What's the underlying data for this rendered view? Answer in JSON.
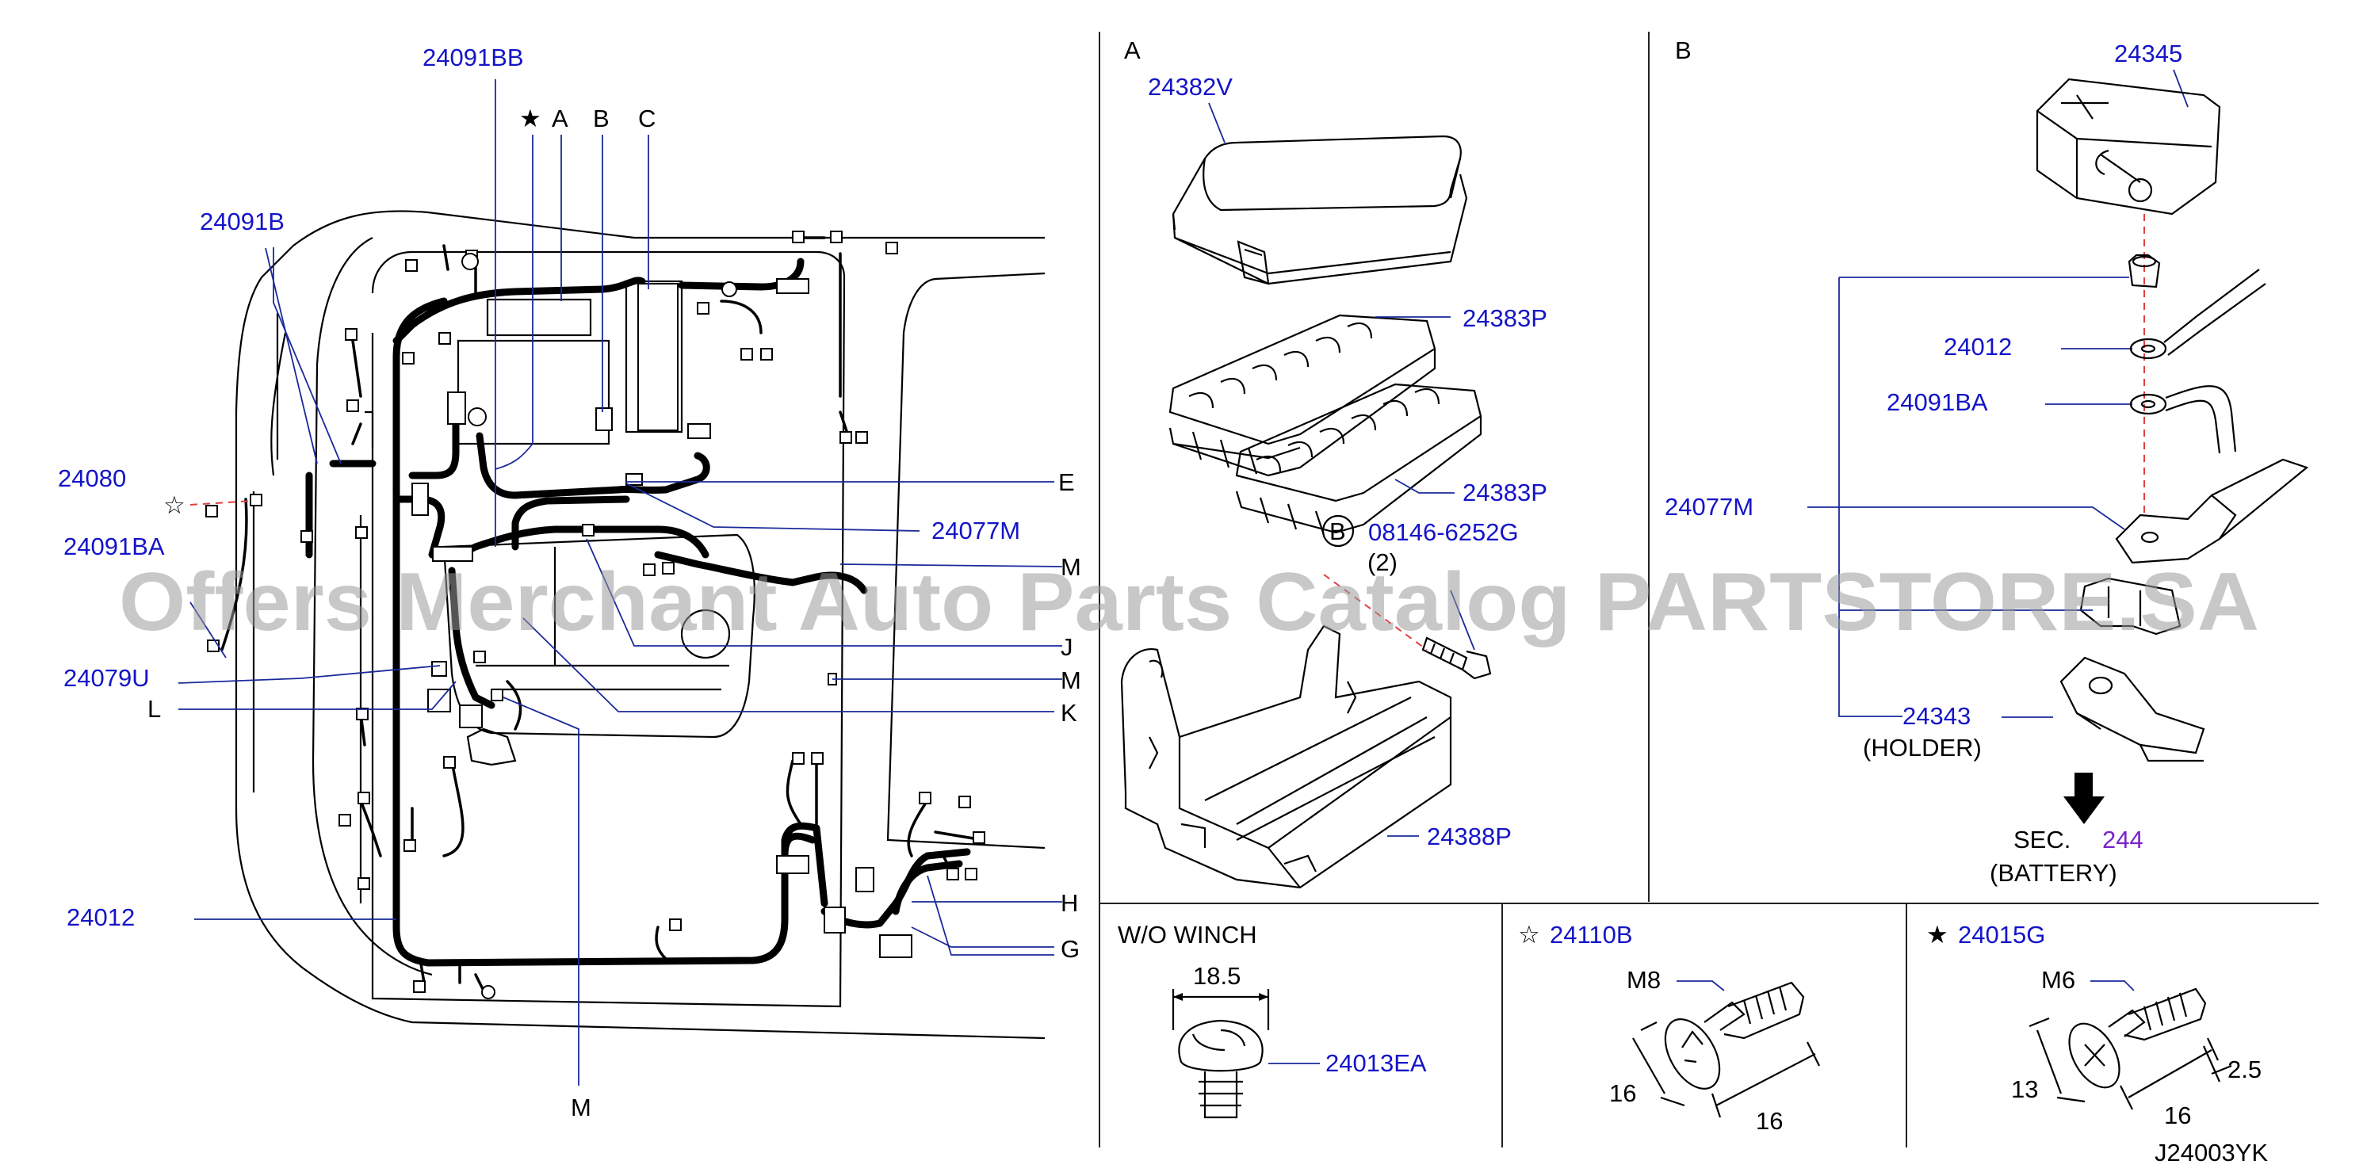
{
  "watermark": "Offers Merchant Auto Parts Catalog PARTSTORE.SA",
  "main": {
    "top_labels": {
      "star": "★",
      "a": "A",
      "b": "B",
      "c": "C"
    },
    "right_labels": {
      "e": "E",
      "m1": "M",
      "j": "J",
      "m2": "M",
      "k": "K",
      "h": "H",
      "g": "G"
    },
    "left_labels": {
      "l": "L"
    },
    "bottom_label": "M",
    "parts": {
      "p24091bb": "24091BB",
      "p24091b": "24091B",
      "p24080": "24080",
      "p24091ba": "24091BA",
      "p24079u": "24079U",
      "p24012": "24012",
      "p24077m": "24077M"
    },
    "star_outline": "☆"
  },
  "panel_a": {
    "title": "A",
    "parts": {
      "cover": "24382V",
      "fuse1": "24383P",
      "fuse2": "24383P",
      "bracket": "24388P",
      "bolt": "08146-6252G"
    },
    "bolt_circle": "B",
    "bolt_qty": "(2)"
  },
  "panel_b": {
    "title": "B",
    "parts": {
      "top": "24345",
      "p24012": "24012",
      "p24091ba": "24091BA",
      "p24077m": "24077M",
      "p24343": "24343"
    },
    "holder": "(HOLDER)",
    "sec_label": "SEC.",
    "sec_num": "244",
    "battery": "(BATTERY)"
  },
  "panel_winch": {
    "title": "W/O   WINCH",
    "dim": "18.5",
    "part": "24013EA"
  },
  "panel_24110b": {
    "star": "☆",
    "part": "24110B",
    "thread": "M8",
    "dim_a": "16",
    "dim_b": "16"
  },
  "panel_24015g": {
    "star": "★",
    "part": "24015G",
    "thread": "M6",
    "dim_a": "13",
    "dim_b": "16",
    "dim_c": "2.5"
  },
  "code": "J24003YK",
  "colors": {
    "part_blue": "#1414c8",
    "sec_purple": "#7a22c8",
    "dash_red": "#e04040"
  }
}
